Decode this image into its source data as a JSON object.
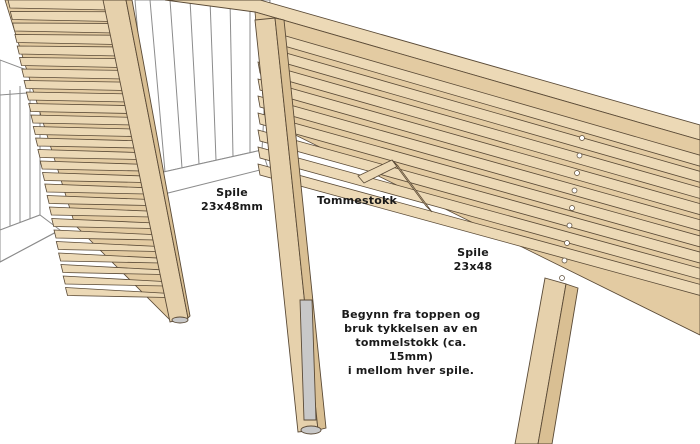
{
  "labels": {
    "spile_left": {
      "line1": "Spile",
      "line2": "23x48mm"
    },
    "tommestokk": "Tommestokk",
    "spile_right": {
      "line1": "Spile",
      "line2": "23x48"
    },
    "instruction": [
      "Begynn fra toppen og",
      "bruk tykkelsen av en",
      "tommelstokk (ca. 15mm)",
      "i mellom hver spile."
    ]
  },
  "colors": {
    "wood": "#ecd9b6",
    "wood_edge": "#d9bf93",
    "wood_shade": "#e3cba2",
    "outline": "#5a4a36",
    "fence_white": "#ffffff",
    "ground_line": "#8c8c8c",
    "bracket": "#c8c8c8"
  }
}
